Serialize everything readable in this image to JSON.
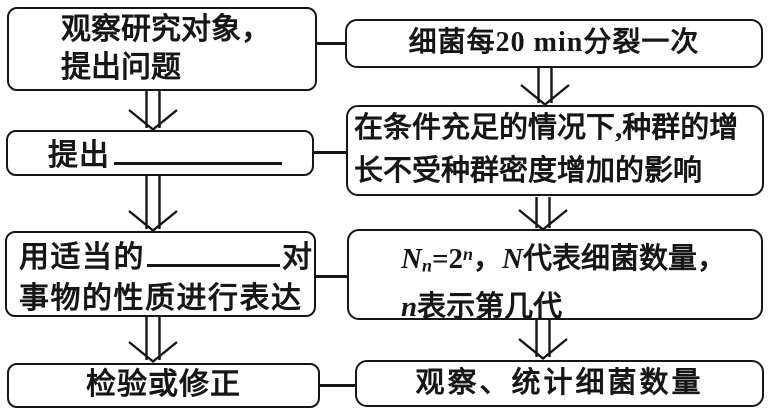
{
  "flowchart": {
    "observe": {
      "line1": "观察研究对象，",
      "line2": "提出问题"
    },
    "bacteria": {
      "label": "细菌每20 min分裂一次"
    },
    "propose": {
      "prefix": "提出"
    },
    "condition": {
      "line1": "在条件充足的情况下,种群的增",
      "line2": "长不受种群密度增加的影响"
    },
    "express": {
      "line1_prefix": "用适当的",
      "line1_suffix": "对",
      "line2": "事物的性质进行表达"
    },
    "formula": {
      "N1": "N",
      "sub1": "n",
      "eq2": "=2",
      "sup1": "n",
      "comma": "，",
      "N2": "N",
      "line1_rest": "代表细菌数量，",
      "n2": "n",
      "line2_rest": "表示第几代"
    },
    "verify": {
      "label": "检验或修正"
    },
    "count": {
      "label": "观察、统计细菌数量"
    }
  },
  "colors": {
    "stroke": "#161616",
    "background": "#ffffff",
    "text": "#161616"
  }
}
